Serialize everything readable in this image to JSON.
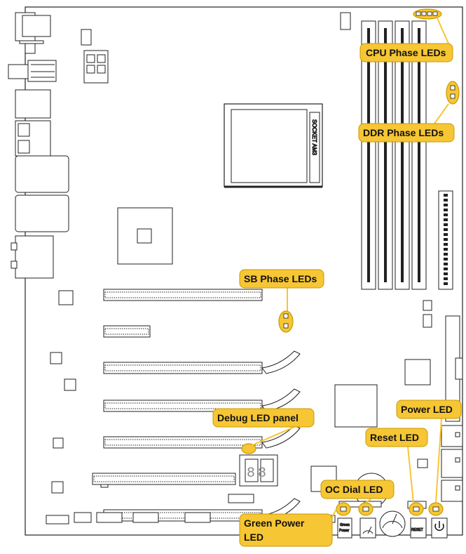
{
  "colors": {
    "callout_fill": "#f6c634",
    "callout_stroke": "#c99a00",
    "leader_line": "#f6c634",
    "board_line": "#222222"
  },
  "socket_label": "SOCKET AM3",
  "digit_display": "88",
  "callouts": {
    "cpu_phase": "CPU Phase LEDs",
    "ddr_phase": "DDR Phase LEDs",
    "sb_phase": "SB Phase LEDs",
    "debug_panel": "Debug LED panel",
    "reset_led": "Reset LED",
    "power_led": "Power LED",
    "oc_dial_led": "OC Dial LED",
    "green_power_line1": "Green Power",
    "green_power_line2": "LED"
  },
  "buttons": {
    "green_power_line1": "Green",
    "green_power_line2": "Power",
    "reset": "RESET",
    "power_icon": "power-icon",
    "oc_dial_icon": "gauge-icon"
  }
}
